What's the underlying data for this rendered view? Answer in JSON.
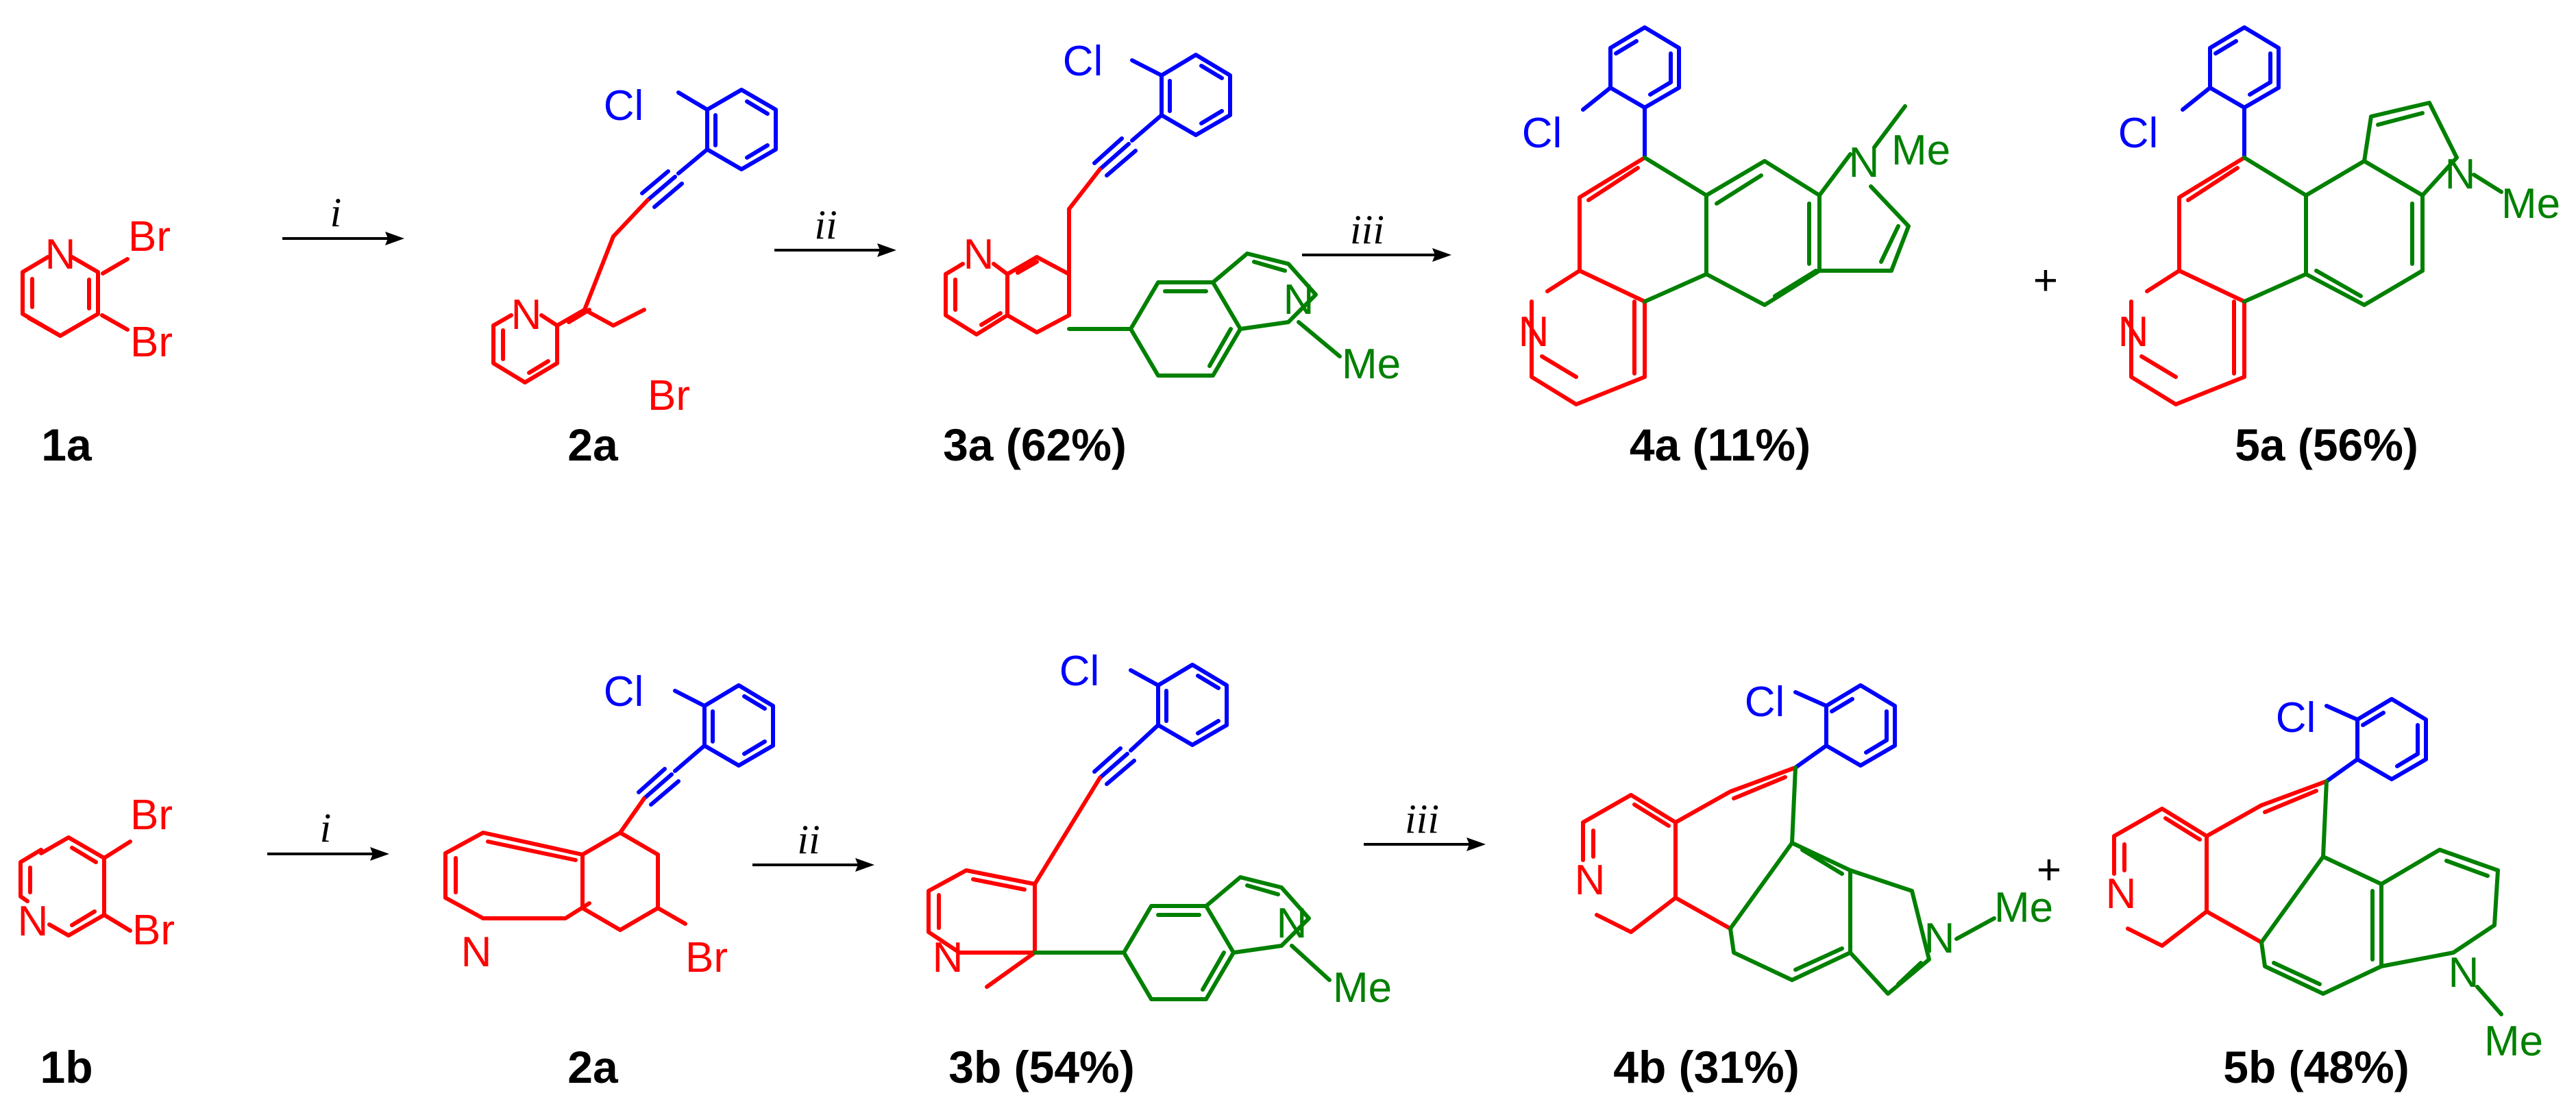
{
  "colors": {
    "pyridine": "#ff0000",
    "chlorophenyl": "#0000ff",
    "indole": "#008000",
    "text": "#000000"
  },
  "atoms": {
    "N": "N",
    "Br": "Br",
    "Cl": "Cl",
    "Me": "Me"
  },
  "conditions": {
    "step1": "i",
    "step2": "ii",
    "step3": "iii"
  },
  "plus": "+",
  "compounds": {
    "c1a": "1a",
    "c2a_top": "2a",
    "c3a": "3a (62%)",
    "c4a": "4a (11%)",
    "c5a": "5a (56%)",
    "c1b": "1b",
    "c2a_bottom": "2a",
    "c3b": "3b (54%)",
    "c4b": "4b (31%)",
    "c5b": "5b (48%)"
  }
}
